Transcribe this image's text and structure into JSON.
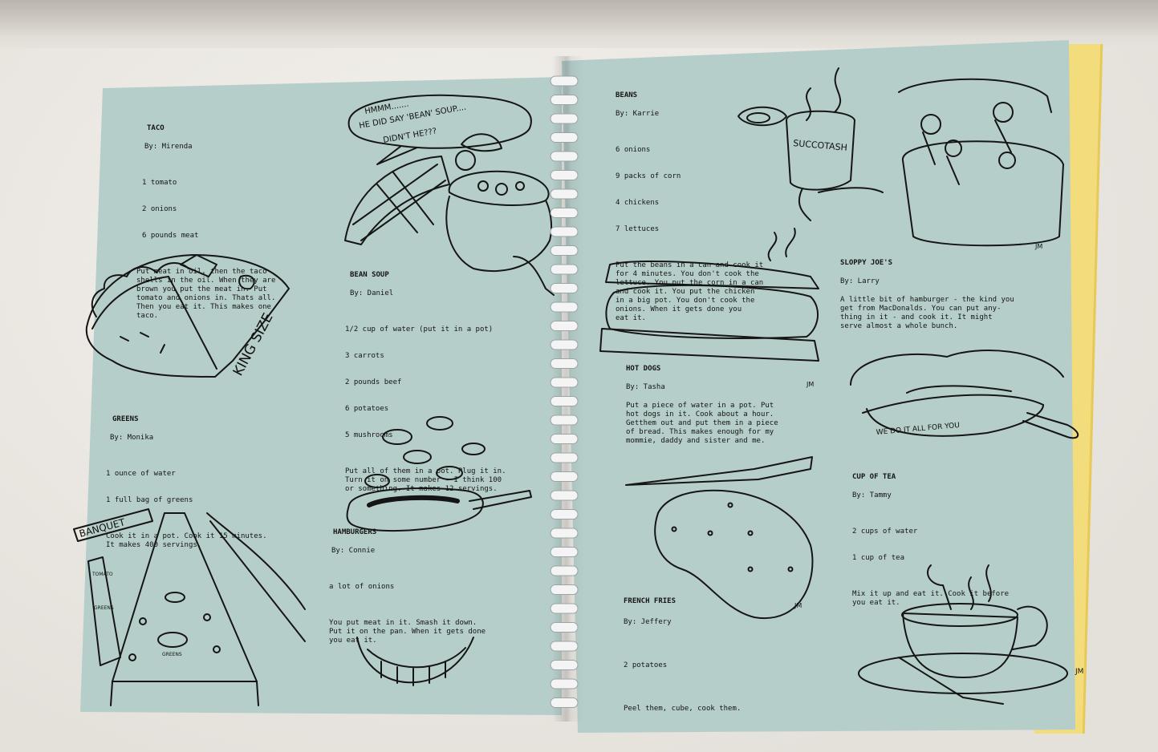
{
  "recipes": [
    {
      "title": "TACO",
      "author": "By:  Mirenda",
      "ingredients": [
        "1 tomato",
        "2 onions",
        "6 pounds meat"
      ],
      "instructions": "Put meat in oil, then the taco\nshells in the oil. When they are\nbrown you put the meat in. Put\ntomato and onions in. Thats all.\nThen you eat it. This makes one\ntaco."
    },
    {
      "title": "GREENS",
      "author": "By:  Monika",
      "ingredients": [
        "1 ounce of water",
        "1 full bag of greens"
      ],
      "instructions": "Cook it in a pot. Cook it 15 minutes.\nIt makes 400 servings."
    },
    {
      "title": "BEAN SOUP",
      "author": "By:  Daniel",
      "ingredients": [
        "1/2 cup of water (put it in a pot)",
        "3 carrots",
        "2 pounds beef",
        "6 potatoes",
        "5 mushrooms"
      ],
      "instructions": "Put all of them in a pot. Plug it in.\nTurn it on some number - I think 100\nor something. It makes 12 servings."
    },
    {
      "title": "HAMBURGERS",
      "author": "By:  Connie",
      "ingredients": [
        "a lot of onions"
      ],
      "instructions": "You put meat in it. Smash it down.\nPut it on the pan. When it gets done\nyou eat it."
    },
    {
      "title": "BEANS",
      "author": "By:  Karrie",
      "ingredients": [
        "6 onions",
        "9 packs of corn",
        "4 chickens",
        "7 lettuces"
      ],
      "instructions": "Put the beans in a can and cook it\nfor 4 minutes. You don't cook the\nlettuce. You put the corn in a can\nand cook it. You put the chicken\nin a big pot. You don't cook the\nonions. When it gets done you\neat it."
    },
    {
      "title": "HOT DOGS",
      "author": "By:  Tasha",
      "ingredients": [],
      "instructions": "Put a piece of water in a pot. Put\nhot dogs in it. Cook about a hour.\nGetthem out and put them in a piece\nof bread. This makes enough for my\nmommie, daddy and sister and me."
    },
    {
      "title": "FRENCH FRIES",
      "author": "By:  Jeffery",
      "ingredients": [
        "2 potatoes"
      ],
      "instructions": "Peel them, cube, cook them."
    },
    {
      "title": "SLOPPY JOE'S",
      "author": "By:  Larry",
      "ingredients": [],
      "instructions": "A little bit of hamburger - the kind you\nget from MacDonalds. You can put any-\nthing in it - and cook it. It might\nserve almost a whole bunch."
    },
    {
      "title": "CUP OF TEA",
      "author": "By:  Tammy",
      "ingredients": [
        "2 cups of water",
        "1 cup of tea"
      ],
      "instructions": "Mix it up and eat it. Cook it before\nyou eat it."
    }
  ],
  "illustrations": {
    "king_size": "KING SIZE",
    "speech_bubble_1": "HMMM.......",
    "speech_bubble_2": "HE DID SAY 'BEAN' SOUP....",
    "speech_bubble_3": "DIDN'T HE???",
    "banquet": "BANQUET",
    "tomato": "TOMATO",
    "greens_sign": "GREENS",
    "greens_bowl": "GREENS",
    "succotash": "SUCCOTASH",
    "we_do_it_all": "WE DO IT ALL FOR YOU",
    "initials": "JM"
  },
  "colors": {
    "page": "#b6ceca",
    "cover": "#f3dc7c",
    "ink": "#141414",
    "binding": "#f4f4f4"
  }
}
